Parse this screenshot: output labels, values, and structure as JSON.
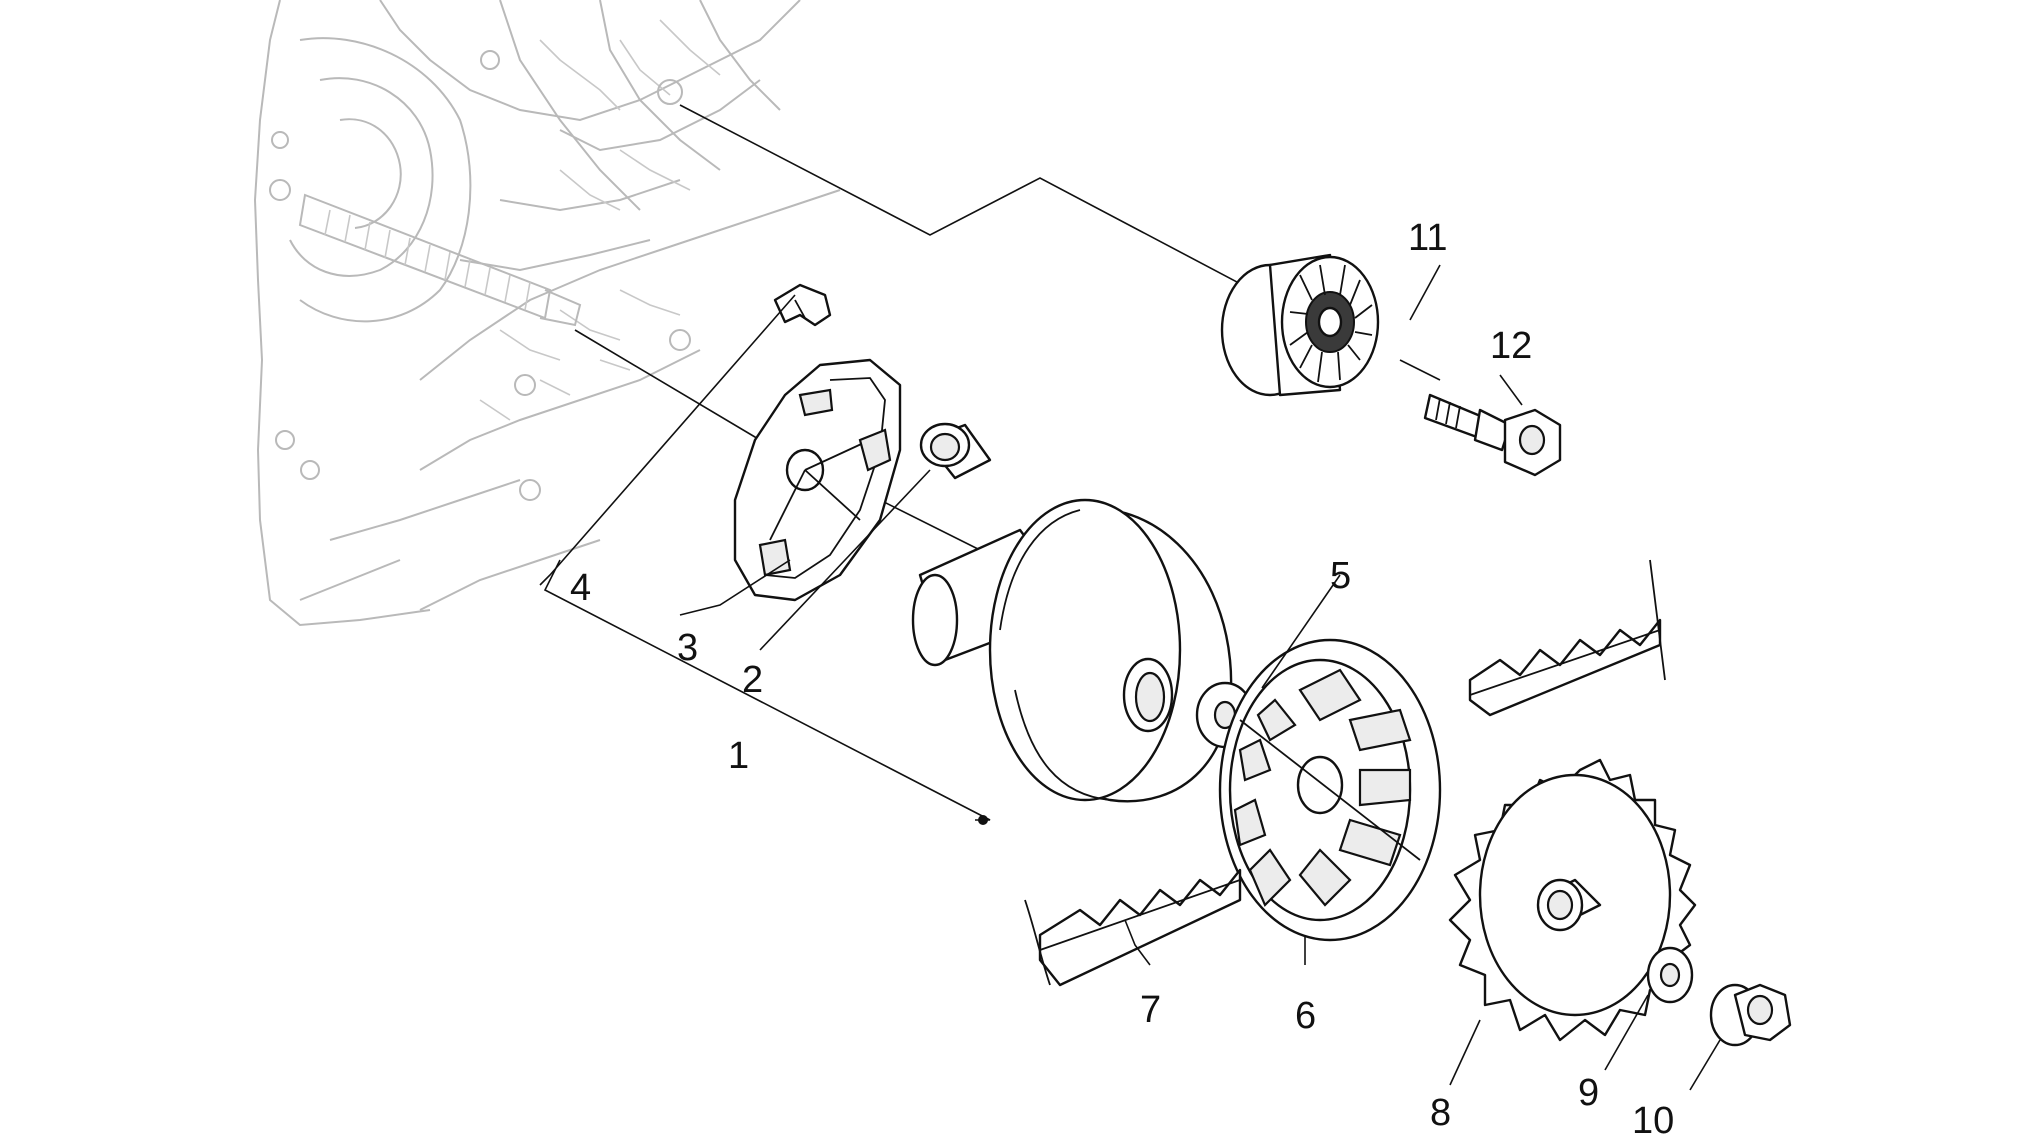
{
  "labels": [
    {
      "id": "1",
      "text": "1"
    },
    {
      "id": "2",
      "text": "2"
    },
    {
      "id": "3",
      "text": "3"
    },
    {
      "id": "4",
      "text": "4"
    },
    {
      "id": "5",
      "text": "5"
    },
    {
      "id": "6",
      "text": "6"
    },
    {
      "id": "7",
      "text": "7"
    },
    {
      "id": "8",
      "text": "8"
    },
    {
      "id": "9",
      "text": "9"
    },
    {
      "id": "10",
      "text": "10"
    },
    {
      "id": "11",
      "text": "11"
    },
    {
      "id": "12",
      "text": "12"
    }
  ],
  "colors": {
    "line": "#111111",
    "casing": "#b9b9b9",
    "shade": "#ececec"
  }
}
